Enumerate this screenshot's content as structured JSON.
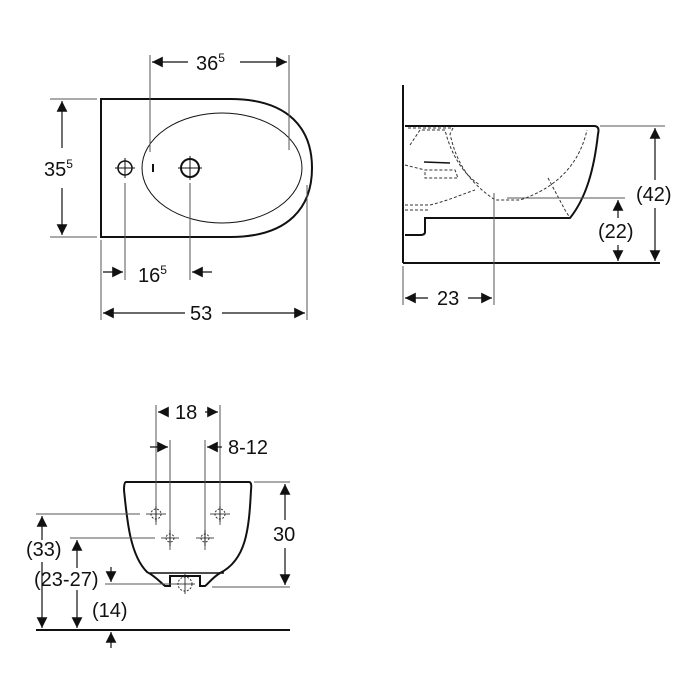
{
  "colors": {
    "line": "#111111",
    "dim_line": "#555555",
    "background": "#ffffff"
  },
  "top_view": {
    "width_total": "53",
    "bowl_length_main": "36",
    "bowl_length_sup": "5",
    "depth_main": "35",
    "depth_sup": "5",
    "hole_spacing_main": "16",
    "hole_spacing_sup": "5"
  },
  "side_view": {
    "projection": "23",
    "height_total": "(42)",
    "outlet_height": "(22)"
  },
  "front_view": {
    "hole_spacing": "18",
    "hole_offset": "8-12",
    "bowl_height": "30",
    "upper_holes_height": "(33)",
    "lower_holes_height": "(23-27)",
    "outlet_height": "(14)"
  }
}
